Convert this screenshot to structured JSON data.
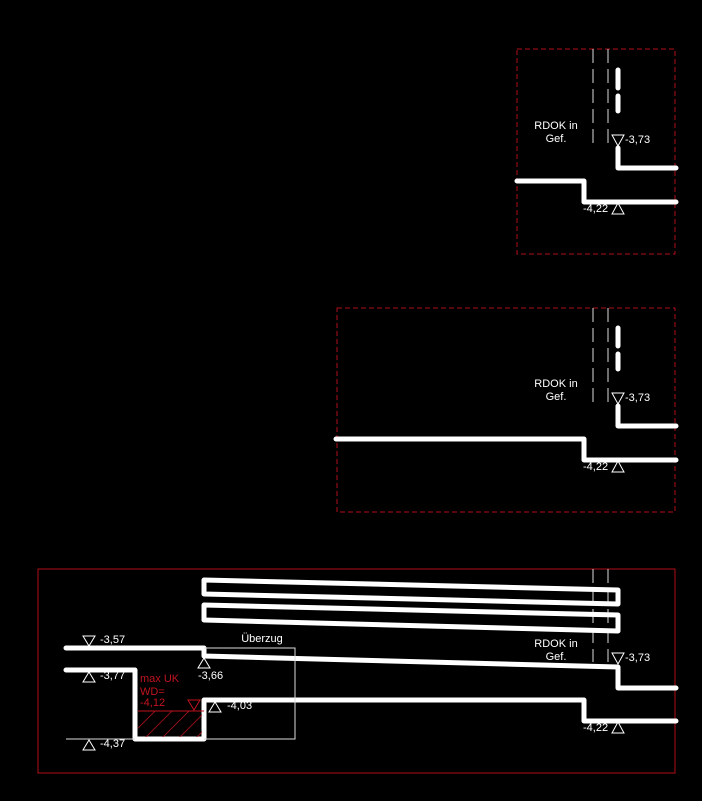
{
  "colors": {
    "background": "#000000",
    "lines": "#ffffff",
    "frame": "#b0101a",
    "annotation": "#c0141e"
  },
  "detail1": {
    "label_line1": "RDOK in",
    "label_line2": "Gef.",
    "level_top": "-3,73",
    "level_bottom": "-4,22"
  },
  "detail2": {
    "label_line1": "RDOK in",
    "label_line2": "Gef.",
    "level_top": "-3,73",
    "level_bottom": "-4,22"
  },
  "detail3": {
    "label_line1": "RDOK in",
    "label_line2": "Gef.",
    "level_top": "-3,73",
    "level_bottom": "-4,22",
    "beam_label": "Überzug",
    "level_a": "-3,57",
    "level_b": "-3,77",
    "level_c": "-3,66",
    "level_d": "-4,03",
    "level_e": "-4,37",
    "note_line1": "max UK",
    "note_line2": "WD=",
    "note_line3": "-4,12"
  }
}
